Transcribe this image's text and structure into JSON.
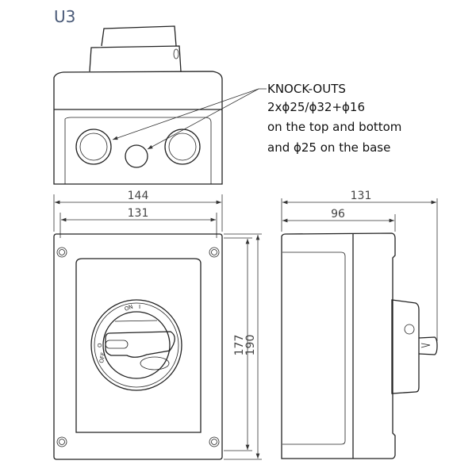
{
  "title": "U3",
  "note": {
    "lines": [
      "KNOCK-OUTS",
      "2xϕ25/ϕ32+ϕ16",
      "on the top and bottom",
      "and ϕ25 on the base"
    ]
  },
  "front_dims": {
    "outer_width": "144",
    "inner_width": "131",
    "inner_height": "177",
    "outer_height": "190"
  },
  "side_dims": {
    "total_depth": "131",
    "body_depth": "96"
  },
  "switch": {
    "on_label": "ON",
    "on_symbol": "I",
    "off_label": "OFF",
    "off_symbol": "O"
  }
}
